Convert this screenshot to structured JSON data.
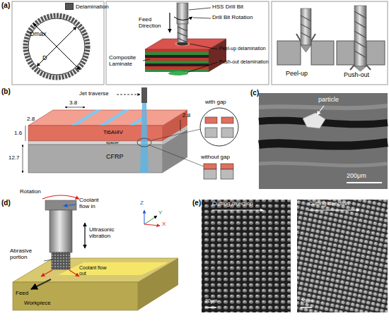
{
  "diagram": {
    "labels": [
      "(a)",
      "Dmax",
      "D",
      "Feed Direction",
      "HSS Drill Bit",
      "Drill Bit Rotation",
      "Composite Laminate",
      "Peel-up delamination",
      "Push-out delamination",
      "Peel-up",
      "Push-out",
      "(b)",
      "Jet traverse",
      "3.8",
      "2.8",
      "1.6",
      "12.7",
      "2.8",
      "Ti6Al4V",
      "spacer",
      "CFRP",
      "with gap",
      "without gap",
      "(c)",
      "particle",
      "200μm",
      "(d)",
      "Rotation",
      "Coolant flow in",
      "Ultrasonic vibration",
      "Abrasive portion",
      "Coolant flow out",
      "Feed",
      "Workpiece",
      "Z",
      "Y",
      "X",
      "(e)",
      "Cutting direction",
      "20μm",
      "Cutting direction",
      "20μm"
    ],
    "legend": [
      {
        "text": "Delamination",
        "color": "#555555"
      }
    ]
  }
}
